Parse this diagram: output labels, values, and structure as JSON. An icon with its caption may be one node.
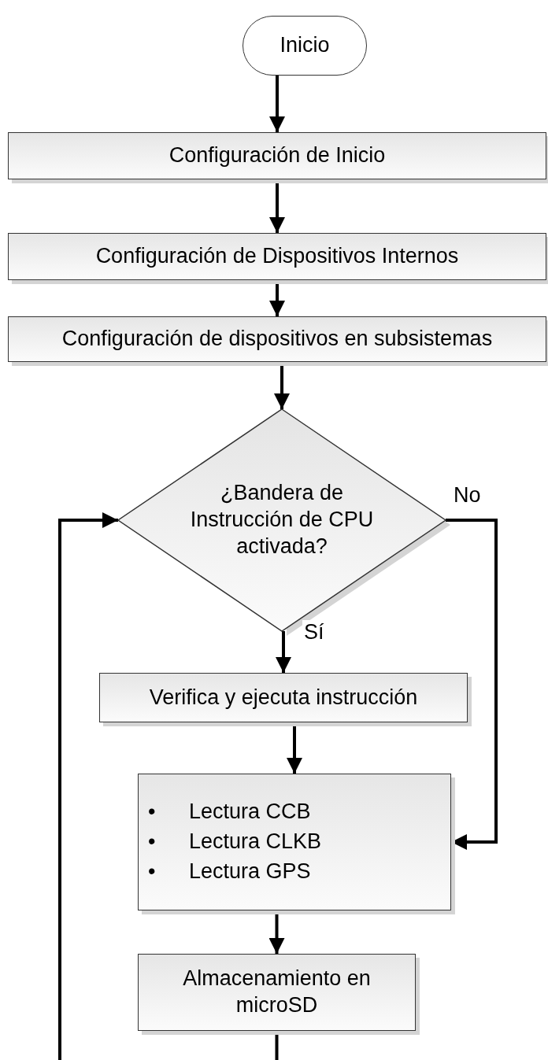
{
  "diagram": {
    "nodes": [
      {
        "text": [
          "Inicio"
        ]
      },
      {
        "text": [
          "Configuración de Inicio"
        ]
      },
      {
        "text": [
          "Configuración de Dispositivos Internos"
        ]
      },
      {
        "text": [
          "Configuración de dispositivos en subsistemas"
        ]
      },
      {
        "text": [
          "¿Bandera de Instrucción de CPU activada?"
        ]
      },
      {
        "text": [
          "Verifica y ejecuta instrucción"
        ]
      },
      {
        "text": [
          "•",
          "Lectura CCB",
          "•",
          "Lectura CLKB",
          "•",
          "Lectura GPS"
        ]
      },
      {
        "text": [
          "Almacenamiento en microSD"
        ]
      }
    ],
    "edges": [
      {
        "from": 0,
        "to": 1,
        "arrow": "to"
      },
      {
        "from": 1,
        "to": 2,
        "arrow": "to"
      },
      {
        "from": 2,
        "to": 3,
        "arrow": "to"
      },
      {
        "from": 3,
        "to": 4,
        "arrow": "to"
      },
      {
        "from": 4,
        "to": 5,
        "arrow": "to",
        "label": "Sí"
      },
      {
        "from": 4,
        "to": 6,
        "arrow": "to",
        "label": "No"
      },
      {
        "from": 5,
        "to": 6,
        "arrow": "to"
      },
      {
        "from": 6,
        "to": 7,
        "arrow": "to"
      },
      {
        "from": 7,
        "to": 4,
        "arrow": "to"
      }
    ]
  }
}
